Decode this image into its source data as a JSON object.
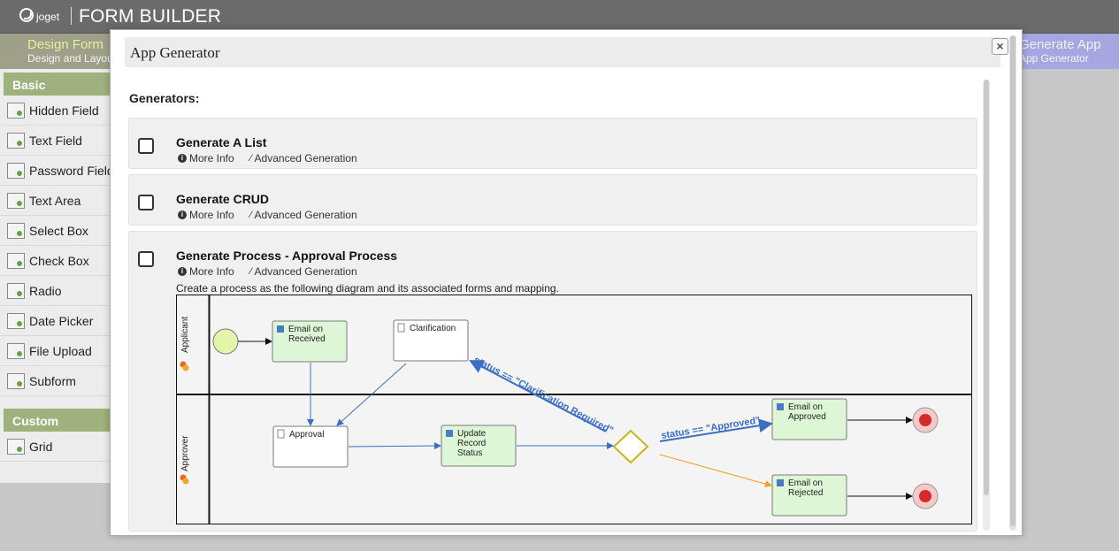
{
  "header": {
    "logo_text": "joget",
    "title": "FORM BUILDER"
  },
  "steps": {
    "left": {
      "title": "Design Form",
      "subtitle": "Design and Layout"
    },
    "right": {
      "title": "Generate App",
      "subtitle": "App Generator"
    }
  },
  "palette": {
    "basic_header": "Basic",
    "items": [
      "Hidden Field",
      "Text Field",
      "Password Field",
      "Text Area",
      "Select Box",
      "Check Box",
      "Radio",
      "Date Picker",
      "File Upload",
      "Subform"
    ],
    "custom_header": "Custom",
    "custom_items": [
      "Grid"
    ]
  },
  "modal": {
    "title": "App Generator",
    "close_label": "×",
    "generators_label": "Generators:",
    "more_info_label": "More Info",
    "advanced_label": "Advanced Generation",
    "generators": [
      {
        "title": "Generate A List"
      },
      {
        "title": "Generate CRUD"
      },
      {
        "title": "Generate Process - Approval Process",
        "description": "Create a process as the following diagram and its associated forms and mapping."
      }
    ]
  },
  "diagram": {
    "lanes": [
      "Applicant",
      "Approver"
    ],
    "nodes": {
      "email_received": [
        "Email on",
        "Received"
      ],
      "clarification": "Clarification",
      "approval": "Approval",
      "update_record": [
        "Update",
        "Record",
        "Status"
      ],
      "email_approved": [
        "Email on",
        "Approved"
      ],
      "email_rejected": [
        "Email on",
        "Rejected"
      ]
    },
    "flow_labels": {
      "clarification": "status == \"Clarification Required\"",
      "approved": "status == \"Approved\""
    },
    "colors": {
      "tool_fill": "#ddf7d6",
      "start_fill": "#e3f5a8",
      "end_fill": "#f5c9c9",
      "end_dot": "#d42a2a",
      "gateway": "#c9b418",
      "flow_blue": "#3a6fc4",
      "flow_orange": "#f0a020"
    }
  }
}
